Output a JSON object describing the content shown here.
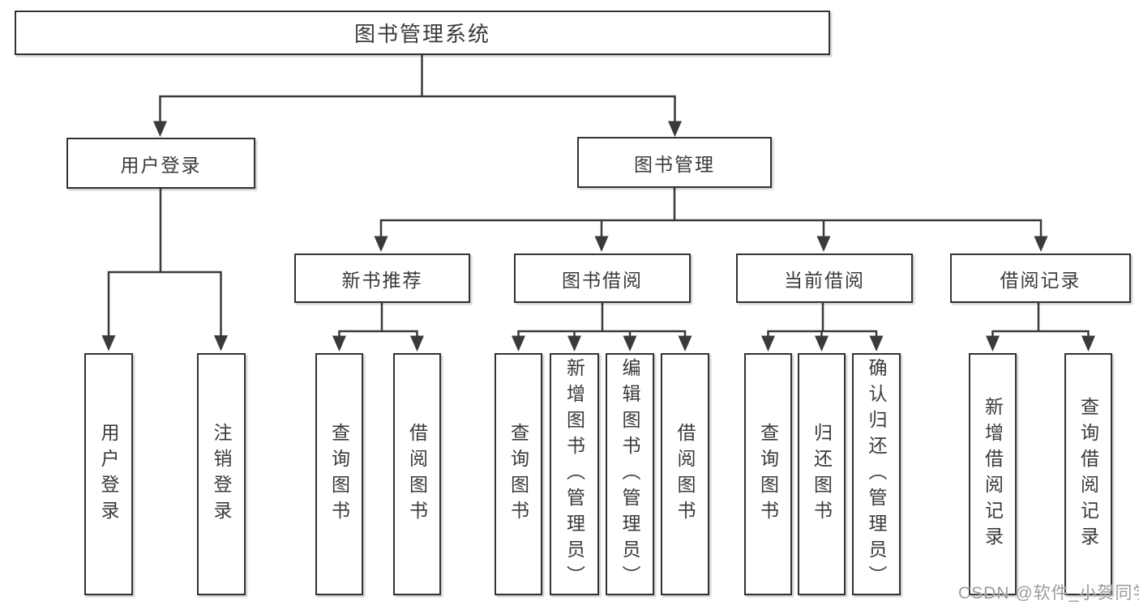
{
  "tree": {
    "root": "图书管理系统",
    "children": [
      {
        "label": "用户登录",
        "children": [
          "用户登录",
          "注销登录"
        ]
      },
      {
        "label": "图书管理",
        "children": [
          {
            "label": "新书推荐",
            "children": [
              "查询图书",
              "借阅图书"
            ]
          },
          {
            "label": "图书借阅",
            "children": [
              "查询图书",
              "新增图书（管理员）",
              "编辑图书（管理员）",
              "借阅图书"
            ]
          },
          {
            "label": "当前借阅",
            "children": [
              "查询图书",
              "归还图书",
              "确认归还（管理员）"
            ]
          },
          {
            "label": "借阅记录",
            "children": [
              "新增借阅记录",
              "查询借阅记录"
            ]
          }
        ]
      }
    ]
  },
  "watermark": {
    "text": "CSDN @软件_小贺同学",
    "color": "#9b9b9b"
  },
  "colors": {
    "line": "#3a3a3a",
    "border": "#333333",
    "text": "#3a3a3a",
    "background": "#ffffff"
  }
}
